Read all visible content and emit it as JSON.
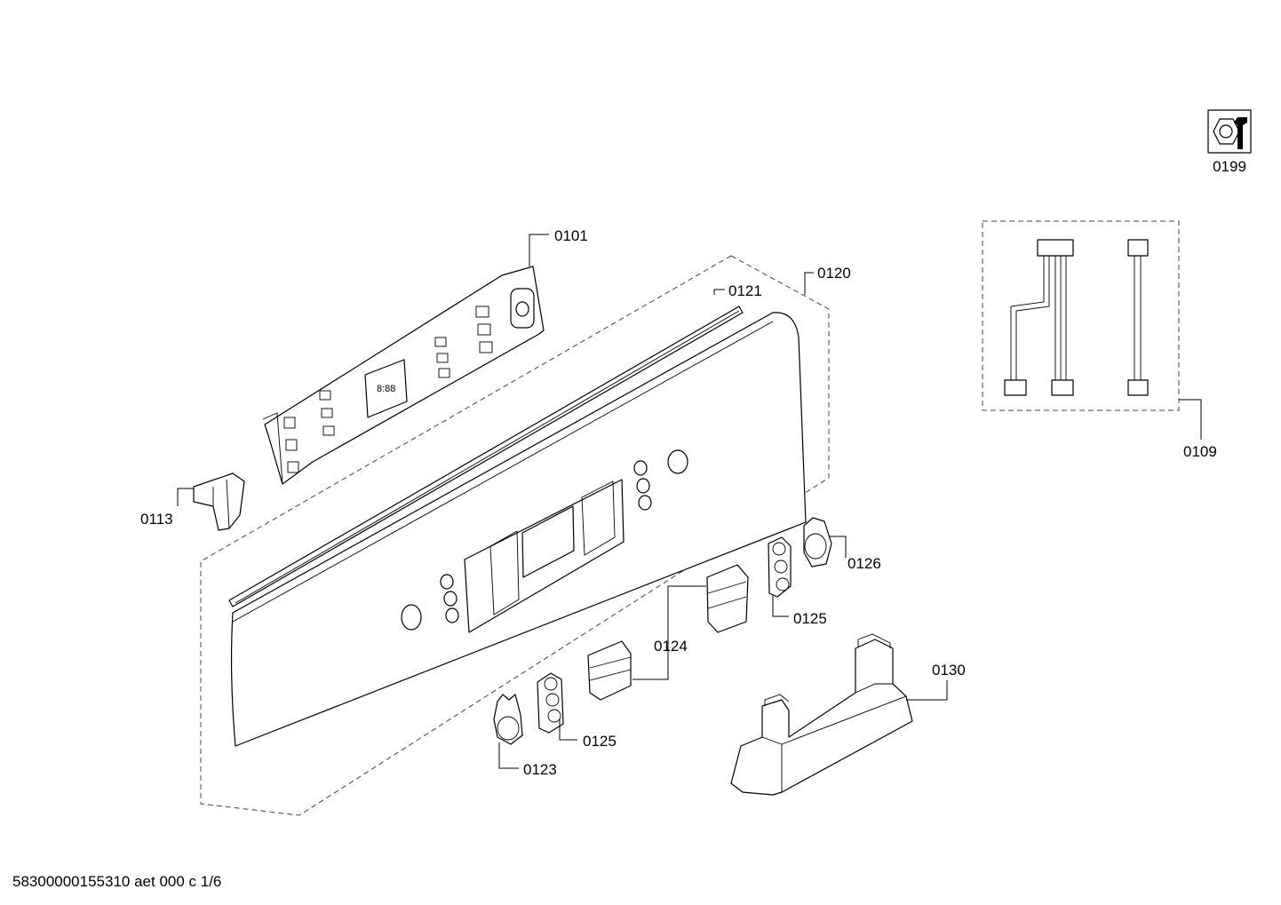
{
  "parts": [
    {
      "id": "p0199",
      "label": "0199"
    },
    {
      "id": "p0101",
      "label": "0101"
    },
    {
      "id": "p0120",
      "label": "0120"
    },
    {
      "id": "p0121",
      "label": "0121"
    },
    {
      "id": "p0109",
      "label": "0109"
    },
    {
      "id": "p0113",
      "label": "0113"
    },
    {
      "id": "p0126",
      "label": "0126"
    },
    {
      "id": "p0125a",
      "label": "0125"
    },
    {
      "id": "p0124",
      "label": "0124"
    },
    {
      "id": "p0130",
      "label": "0130"
    },
    {
      "id": "p0125b",
      "label": "0125"
    },
    {
      "id": "p0123",
      "label": "0123"
    }
  ],
  "footer": {
    "doc_id": "58300000155310 aet 000 c 1/6"
  },
  "icons": {
    "service": "wrench-nut-icon"
  }
}
